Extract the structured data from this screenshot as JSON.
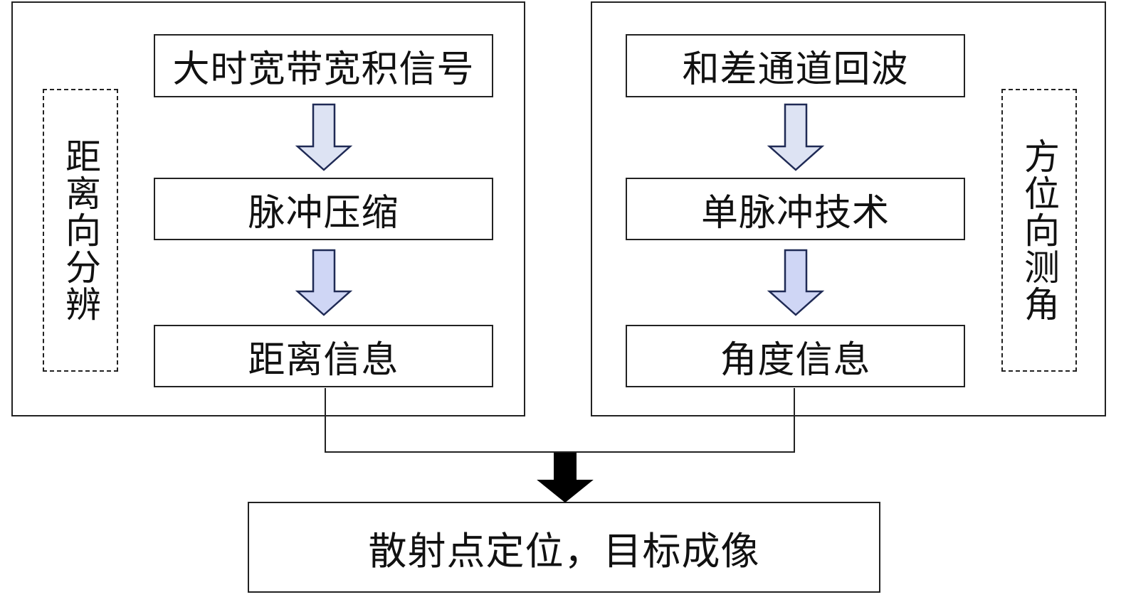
{
  "left": {
    "side_label": "距离向分辨",
    "steps": [
      "大时宽带宽积信号",
      "脉冲压缩",
      "距离信息"
    ]
  },
  "right": {
    "side_label": "方位向测角",
    "steps": [
      "和差通道回波",
      "单脉冲技术",
      "角度信息"
    ]
  },
  "result": "散射点定位，目标成像",
  "colors": {
    "arrow_fill_light": "#dde3f3",
    "arrow_fill_mid": "#cfd6f5",
    "arrow_stroke": "#1f2a55",
    "output_arrow": "#000000"
  }
}
